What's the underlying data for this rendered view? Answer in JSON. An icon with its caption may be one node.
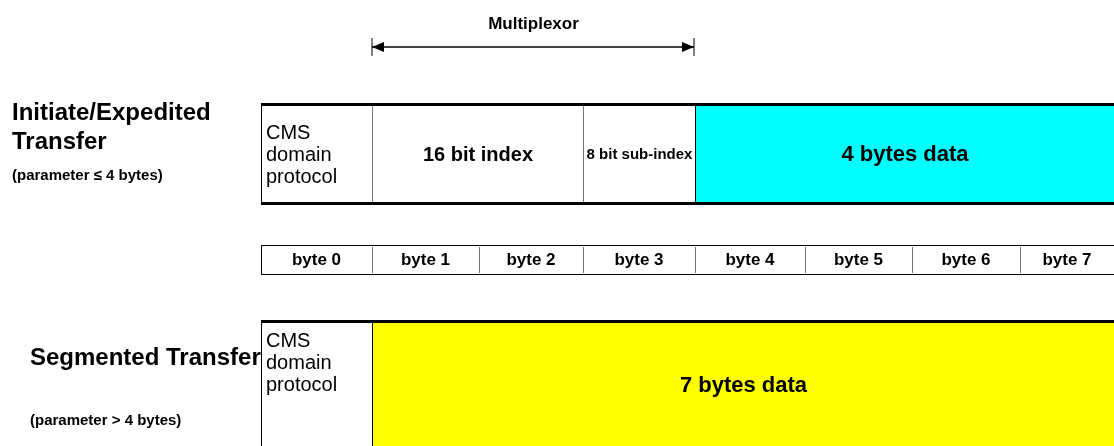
{
  "diagram": {
    "nodes": [
      {
        "text": [
          "CMS domain protocol"
        ]
      },
      {
        "text": [
          "16 bit index"
        ]
      },
      {
        "text": [
          "8 bit sub-index"
        ]
      },
      {
        "text": [
          "4 bytes data"
        ]
      },
      {
        "text": [
          "CMS domain protocol"
        ]
      },
      {
        "text": [
          "7 bytes data"
        ]
      }
    ],
    "labels": [
      "Multiplexor",
      "Initiate/Expedited Transfer",
      "(parameter ≤ 4 bytes)",
      "byte 0",
      "byte 1",
      "byte 2",
      "byte 3",
      "byte 4",
      "byte 5",
      "byte 6",
      "byte 7",
      "Segmented Transfer",
      "(parameter > 4 bytes)"
    ]
  }
}
